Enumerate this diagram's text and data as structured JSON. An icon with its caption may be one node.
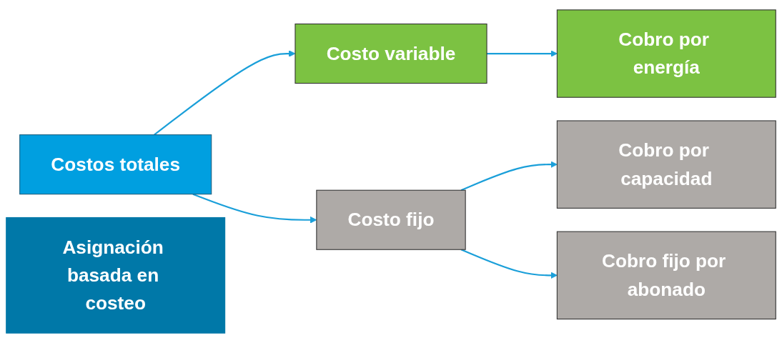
{
  "diagram": {
    "nodes": [
      {
        "text": [
          "Costos totales"
        ]
      },
      {
        "text": [
          "Costo variable"
        ]
      },
      {
        "text": [
          "Costo fijo"
        ]
      },
      {
        "text": [
          "Cobro por energía"
        ]
      },
      {
        "text": [
          "Cobro por capacidad"
        ]
      },
      {
        "text": [
          "Cobro fijo por abonado"
        ]
      },
      {
        "text": [
          "Asignación basada en costeo"
        ]
      }
    ],
    "edges": [
      {
        "from": 0,
        "to": 1,
        "arrow": "to"
      },
      {
        "from": 0,
        "to": 2,
        "arrow": "to"
      },
      {
        "from": 1,
        "to": 3,
        "arrow": "to"
      },
      {
        "from": 2,
        "to": 4,
        "arrow": "to"
      },
      {
        "from": 2,
        "to": 5,
        "arrow": "to"
      }
    ]
  }
}
